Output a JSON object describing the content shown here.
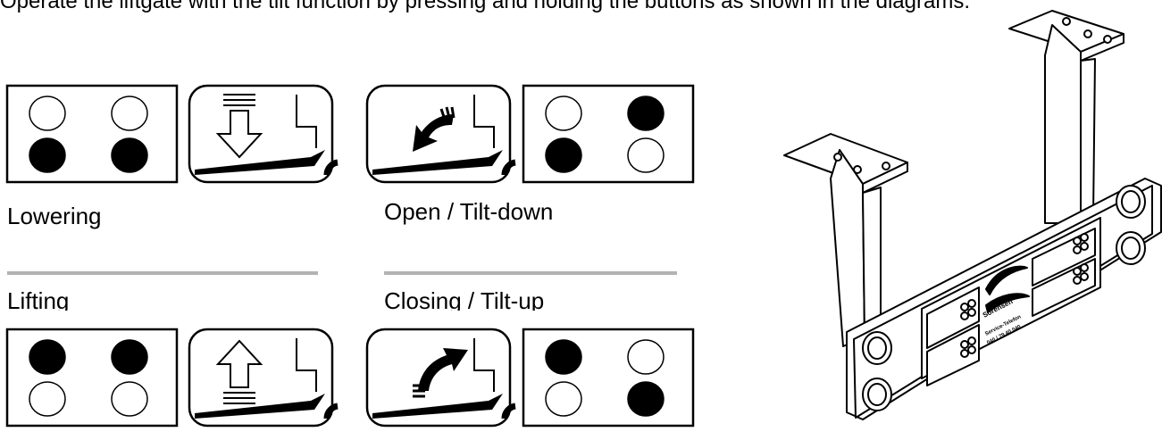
{
  "top_text": "Operate the liftgate with the tilt function by pressing and holding the buttons as shown in the diagrams.",
  "colors": {
    "ink": "#000000",
    "separator": "#b3b3b3",
    "panel": "#ffffff"
  },
  "functions": [
    {
      "label": "Lowering",
      "pattern": [
        0,
        0,
        1,
        1
      ],
      "arrow": "down"
    },
    {
      "label": "Open / Tilt-down",
      "pattern": [
        0,
        1,
        1,
        0
      ],
      "arrow": "curved-down"
    },
    {
      "label": "Lifting",
      "pattern": [
        1,
        1,
        0,
        0
      ],
      "arrow": "up"
    },
    {
      "label": "Closing / Tilt-up",
      "pattern": [
        1,
        0,
        0,
        1
      ],
      "arrow": "curved-up"
    }
  ],
  "control_panel": {
    "brand": "Sörensen",
    "service_label": "Service-Telefon",
    "phone": "040 / 79 40 040"
  }
}
